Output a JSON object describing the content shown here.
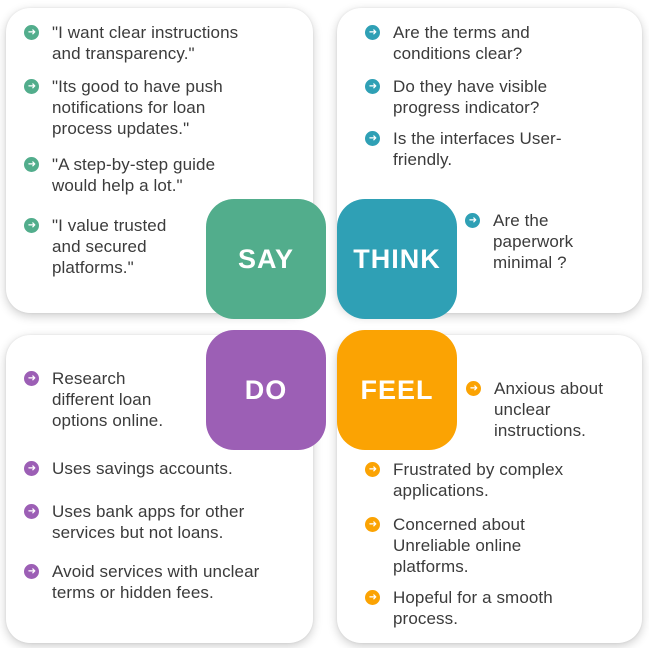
{
  "colors": {
    "say": "#52AD8C",
    "think": "#2FA0B5",
    "do": "#9C5FB5",
    "feel": "#FBA303",
    "text": "#3B3B3B",
    "card_bg": "#FFFFFF"
  },
  "icons": {
    "arrow_glyph": "➜",
    "bullet_icon_name": "arrow-right-circle-icon"
  },
  "quadrants": {
    "say": {
      "label": "SAY",
      "items": [
        "\"I want clear instructions and transparency.\"",
        "\"Its good to have push notifications for loan process updates.\"",
        "\"A step-by-step guide would help a lot.\"",
        "\"I value trusted and secured platforms.\""
      ]
    },
    "think": {
      "label": "THINK",
      "items": [
        "Are the terms and conditions clear?",
        "Do they have visible progress indicator?",
        "Is the interfaces User-friendly.",
        "Are the paperwork minimal ?"
      ]
    },
    "do": {
      "label": "DO",
      "items": [
        "Research different loan options online.",
        "Uses savings accounts.",
        "Uses bank apps for other services but not loans.",
        "Avoid services with unclear terms or hidden fees."
      ]
    },
    "feel": {
      "label": "FEEL",
      "items": [
        "Anxious about unclear instructions.",
        "Frustrated by complex applications.",
        "Concerned about Unreliable online platforms.",
        "Hopeful for a smooth process."
      ]
    }
  }
}
